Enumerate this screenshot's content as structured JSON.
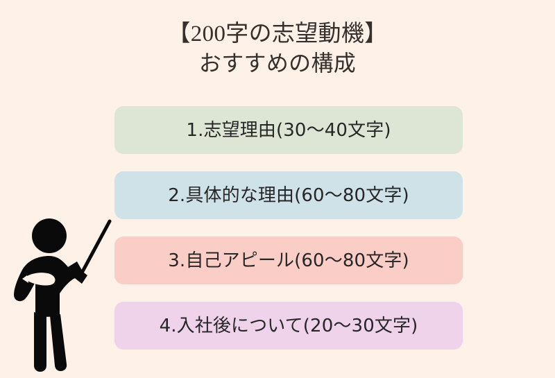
{
  "slide": {
    "background_color": "#fdf1e8",
    "title": {
      "line1": "【200字の志望動機】",
      "line2": "おすすめの構成",
      "color": "#35302b"
    },
    "steps": [
      {
        "label": "1.志望理由(30〜40文字)",
        "index": "1",
        "topic": "志望理由",
        "char_range": "30〜40文字",
        "char_min": 30,
        "char_max": 40,
        "color": "#dde5d5",
        "color_name": "sage-green"
      },
      {
        "label": "2.具体的な理由(60〜80文字)",
        "index": "2",
        "topic": "具体的な理由",
        "char_range": "60〜80文字",
        "char_min": 60,
        "char_max": 80,
        "color": "#cfe2e8",
        "color_name": "light-blue"
      },
      {
        "label": "3.自己アピール(60〜80文字)",
        "index": "3",
        "topic": "自己アピール",
        "char_range": "60〜80文字",
        "char_min": 60,
        "char_max": 80,
        "color": "#fbcdc7",
        "color_name": "light-pink"
      },
      {
        "label": "4.入社後について(20〜30文字)",
        "index": "4",
        "topic": "入社後について",
        "char_range": "20〜30文字",
        "char_min": 20,
        "char_max": 30,
        "color": "#eed3ea",
        "color_name": "light-purple"
      }
    ],
    "illustration": {
      "name": "presenter-with-pointer",
      "color": "#0a0a0a"
    }
  }
}
